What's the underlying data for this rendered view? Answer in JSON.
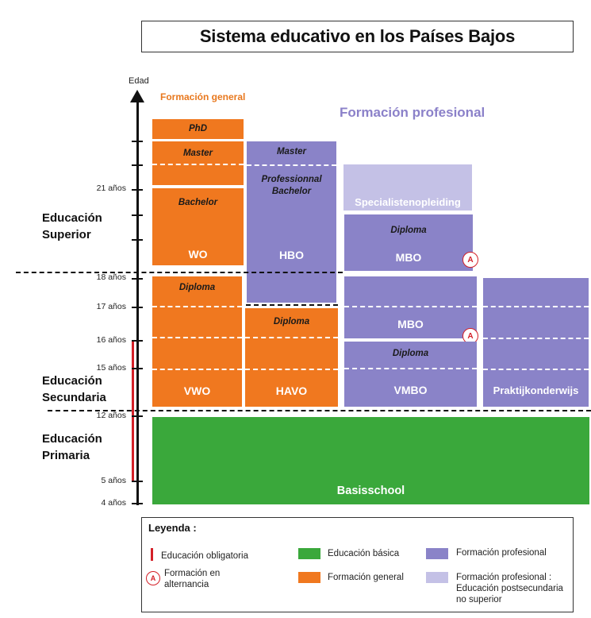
{
  "title": "Sistema educativo en los Países Bajos",
  "axis": {
    "label": "Edad",
    "ticks": [
      "21 años",
      "18 años",
      "17 años",
      "16 años",
      "15 años",
      "12 años",
      "5 años",
      "4 años"
    ]
  },
  "headers": {
    "general": "Formación general",
    "profesional": "Formación profesional"
  },
  "stages": {
    "superior": [
      "Educación",
      "Superior"
    ],
    "secundaria": [
      "Educación",
      "Secundaria"
    ],
    "primaria": [
      "Educación",
      "Primaria"
    ]
  },
  "blocks": {
    "phd": "PhD",
    "master_wo": "Master",
    "bachelor": "Bachelor",
    "wo": "WO",
    "master_hbo": "Master",
    "prof_bachelor": [
      "Professionnal",
      "Bachelor"
    ],
    "hbo": "HBO",
    "specialisten": "Specialistenopleiding",
    "diploma_mbo_top": "Diploma",
    "mbo_top": "MBO",
    "diploma_vwo": "Diploma",
    "vwo": "VWO",
    "diploma_havo": "Diploma",
    "havo": "HAVO",
    "mbo_mid": "MBO",
    "diploma_vmbo": "Diploma",
    "vmbo": "VMBO",
    "praktijk": "Praktijkonderwijs",
    "basisschool": "Basisschool",
    "alternancia_mark": "A"
  },
  "legend": {
    "title": "Leyenda :",
    "obligatoria": "Educación obligatoria",
    "alternancia": [
      "Formación en",
      "alternancia"
    ],
    "basica": "Educación básica",
    "general": "Formación general",
    "profesional": "Formación profesional",
    "postsecundaria": [
      "Formación profesional :",
      "Educación postsecundaria",
      "no superior"
    ]
  },
  "colors": {
    "general": "#f0781f",
    "profesional": "#8a83c8",
    "postsecundaria": "#c4c1e6",
    "basica": "#3aa83b",
    "obligatoria": "#d42028"
  }
}
